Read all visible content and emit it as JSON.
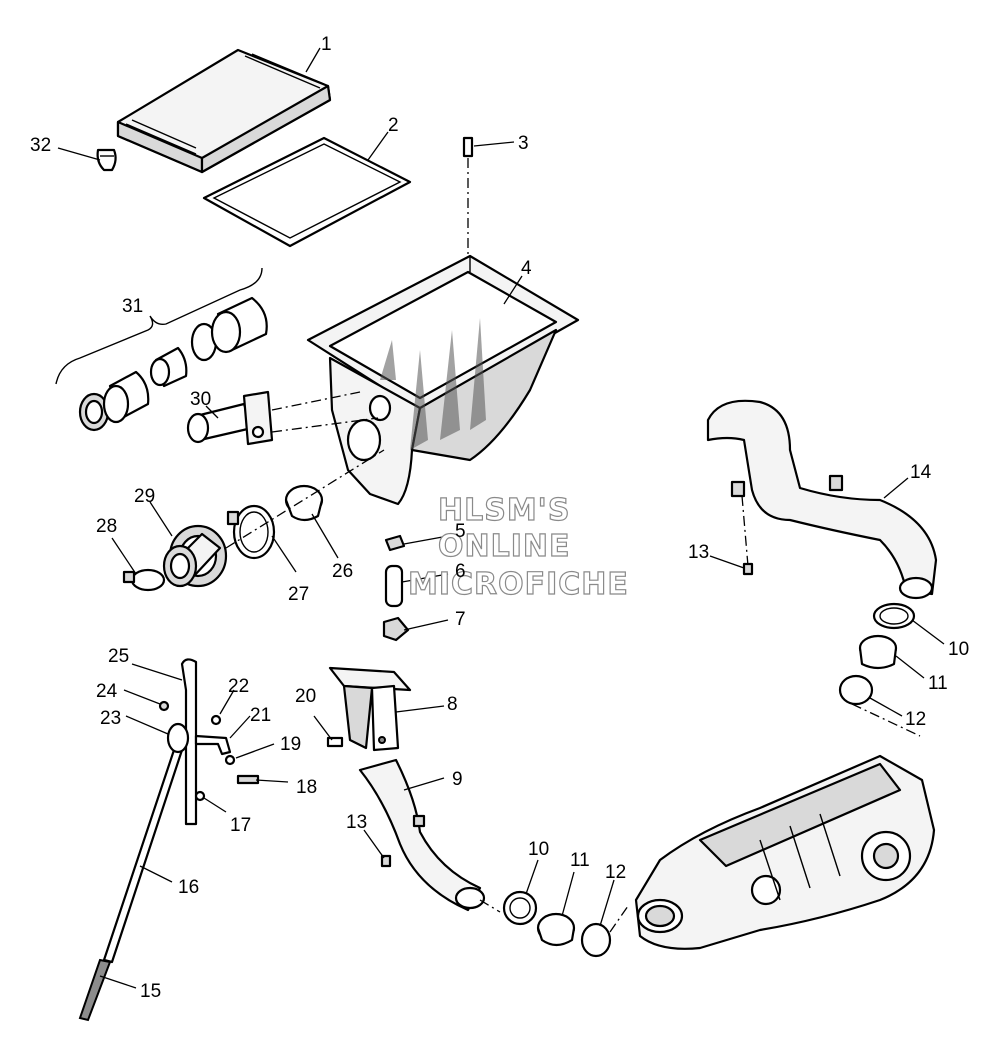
{
  "watermark": {
    "line1": "HLSM'S",
    "line2": "ONLINE",
    "line3": "MICROFICHE"
  },
  "callouts": [
    {
      "id": "c1",
      "label": "1"
    },
    {
      "id": "c2",
      "label": "2"
    },
    {
      "id": "c3",
      "label": "3"
    },
    {
      "id": "c4",
      "label": "4"
    },
    {
      "id": "c5",
      "label": "5"
    },
    {
      "id": "c6",
      "label": "6"
    },
    {
      "id": "c7",
      "label": "7"
    },
    {
      "id": "c8",
      "label": "8"
    },
    {
      "id": "c9",
      "label": "9"
    },
    {
      "id": "c10a",
      "label": "10"
    },
    {
      "id": "c10b",
      "label": "10"
    },
    {
      "id": "c11a",
      "label": "11"
    },
    {
      "id": "c11b",
      "label": "11"
    },
    {
      "id": "c12a",
      "label": "12"
    },
    {
      "id": "c12b",
      "label": "12"
    },
    {
      "id": "c13a",
      "label": "13"
    },
    {
      "id": "c13b",
      "label": "13"
    },
    {
      "id": "c14",
      "label": "14"
    },
    {
      "id": "c15",
      "label": "15"
    },
    {
      "id": "c16",
      "label": "16"
    },
    {
      "id": "c17",
      "label": "17"
    },
    {
      "id": "c18",
      "label": "18"
    },
    {
      "id": "c19",
      "label": "19"
    },
    {
      "id": "c20",
      "label": "20"
    },
    {
      "id": "c21",
      "label": "21"
    },
    {
      "id": "c22",
      "label": "22"
    },
    {
      "id": "c23",
      "label": "23"
    },
    {
      "id": "c24",
      "label": "24"
    },
    {
      "id": "c25",
      "label": "25"
    },
    {
      "id": "c26",
      "label": "26"
    },
    {
      "id": "c27",
      "label": "27"
    },
    {
      "id": "c28",
      "label": "28"
    },
    {
      "id": "c29",
      "label": "29"
    },
    {
      "id": "c30",
      "label": "30"
    },
    {
      "id": "c31",
      "label": "31"
    },
    {
      "id": "c32",
      "label": "32"
    }
  ]
}
